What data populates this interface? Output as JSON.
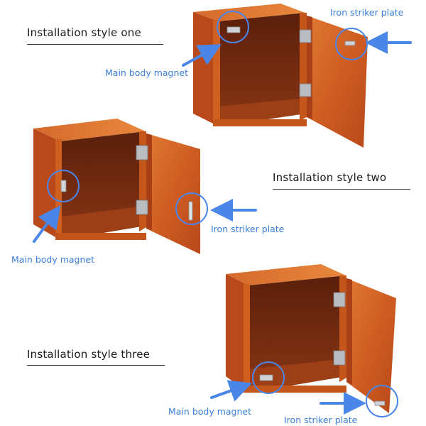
{
  "styles": [
    {
      "title": "Installation style one",
      "magnet_label": "Main body magnet",
      "plate_label": "Iron striker plate"
    },
    {
      "title": "Installation style two",
      "magnet_label": "Main body magnet",
      "plate_label": "Iron striker plate"
    },
    {
      "title": "Installation style three",
      "magnet_label": "Main body magnet",
      "plate_label": "Iron striker plate"
    }
  ],
  "colors": {
    "callout_blue": "#3b7fd8",
    "arrow_blue": "#4a86e8",
    "wood_light": "#d9692a",
    "wood_dark": "#a8401a",
    "interior": "#7a2c10"
  }
}
